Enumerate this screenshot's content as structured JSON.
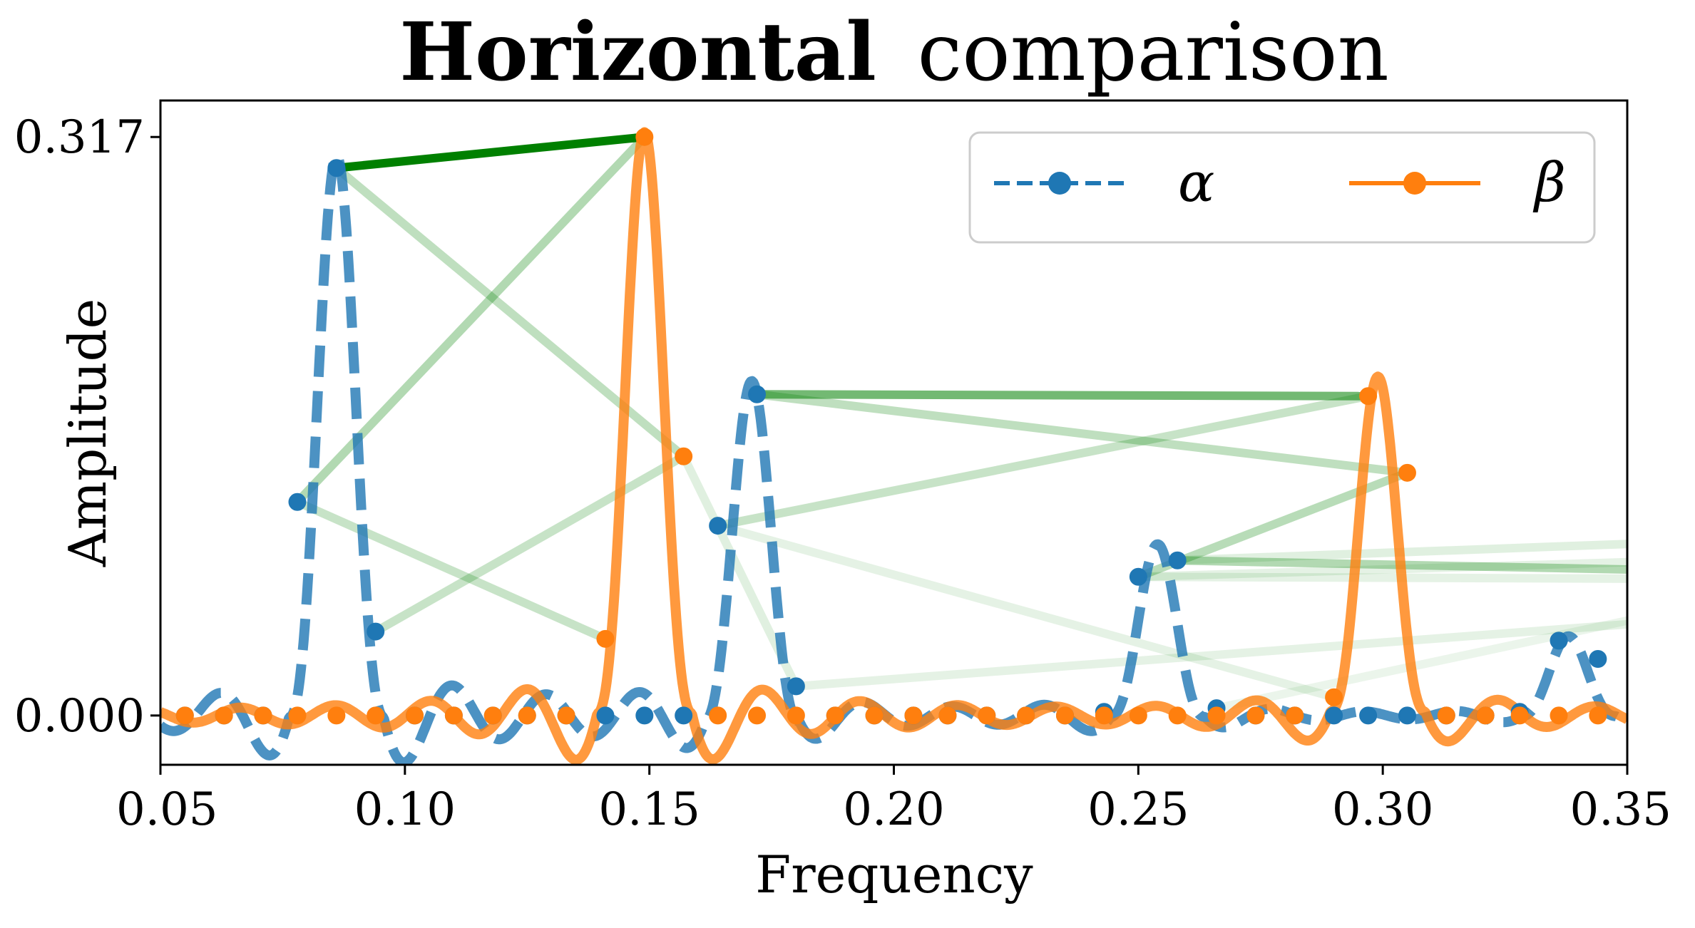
{
  "chart_data": {
    "type": "line",
    "title": {
      "bold": "Horizontal",
      "rest": "comparison"
    },
    "xlabel": "Frequency",
    "ylabel": "Amplitude",
    "xlim": [
      0.05,
      0.35
    ],
    "ylim": [
      -0.027,
      0.337
    ],
    "xticks": [
      {
        "value": 0.05,
        "label": "0.05"
      },
      {
        "value": 0.1,
        "label": "0.10"
      },
      {
        "value": 0.15,
        "label": "0.15"
      },
      {
        "value": 0.2,
        "label": "0.20"
      },
      {
        "value": 0.25,
        "label": "0.25"
      },
      {
        "value": 0.3,
        "label": "0.30"
      },
      {
        "value": 0.35,
        "label": "0.35"
      }
    ],
    "yticks": [
      {
        "value": 0.0,
        "label": "0.000"
      },
      {
        "value": 0.317,
        "label": "0.317"
      }
    ],
    "legend": {
      "placement": "top-right",
      "entries": [
        {
          "name": "α",
          "color": "#1f77b4",
          "style": "dashed"
        },
        {
          "name": "β",
          "color": "#ff7f0e",
          "style": "solid"
        }
      ]
    },
    "colors": {
      "alpha": "#1f77b4",
      "beta": "#ff7f0e",
      "match": "#008000"
    },
    "series": [
      {
        "name": "α",
        "style": "dashed",
        "peaks": [
          {
            "center": 0.086,
            "amp": 0.306,
            "width": 0.0042
          },
          {
            "center": 0.171,
            "amp": 0.18,
            "width": 0.0042
          },
          {
            "center": 0.254,
            "amp": 0.093,
            "width": 0.0042
          },
          {
            "center": 0.338,
            "amp": 0.043,
            "width": 0.0042
          }
        ],
        "ripple": 0.005,
        "markers": [
          [
            0.055,
            0.0
          ],
          [
            0.063,
            0.0
          ],
          [
            0.071,
            0.0
          ],
          [
            0.078,
            0.117
          ],
          [
            0.086,
            0.3
          ],
          [
            0.094,
            0.046
          ],
          [
            0.102,
            0.0
          ],
          [
            0.11,
            0.0
          ],
          [
            0.118,
            0.0
          ],
          [
            0.125,
            0.0
          ],
          [
            0.133,
            0.0
          ],
          [
            0.141,
            0.0
          ],
          [
            0.149,
            0.0
          ],
          [
            0.157,
            0.0
          ],
          [
            0.164,
            0.104
          ],
          [
            0.172,
            0.176
          ],
          [
            0.18,
            0.016
          ],
          [
            0.188,
            0.0
          ],
          [
            0.196,
            0.0
          ],
          [
            0.204,
            0.0
          ],
          [
            0.211,
            0.0
          ],
          [
            0.219,
            0.0
          ],
          [
            0.227,
            0.0
          ],
          [
            0.235,
            0.0
          ],
          [
            0.243,
            0.002
          ],
          [
            0.25,
            0.076
          ],
          [
            0.258,
            0.085
          ],
          [
            0.266,
            0.004
          ],
          [
            0.274,
            0.0
          ],
          [
            0.282,
            0.0
          ],
          [
            0.29,
            0.0
          ],
          [
            0.297,
            0.0
          ],
          [
            0.305,
            0.0
          ],
          [
            0.313,
            0.0
          ],
          [
            0.321,
            0.0
          ],
          [
            0.328,
            0.002
          ],
          [
            0.336,
            0.041
          ],
          [
            0.344,
            0.031
          ]
        ]
      },
      {
        "name": "β",
        "style": "solid",
        "peaks": [
          {
            "center": 0.149,
            "amp": 0.321,
            "width": 0.0042
          },
          {
            "center": 0.299,
            "amp": 0.188,
            "width": 0.0042
          }
        ],
        "ripple": 0.005,
        "markers": [
          [
            0.055,
            0.0
          ],
          [
            0.063,
            0.0
          ],
          [
            0.071,
            0.0
          ],
          [
            0.078,
            0.0
          ],
          [
            0.086,
            0.0
          ],
          [
            0.094,
            0.0
          ],
          [
            0.102,
            0.0
          ],
          [
            0.11,
            0.0
          ],
          [
            0.118,
            0.0
          ],
          [
            0.125,
            0.0
          ],
          [
            0.133,
            0.0
          ],
          [
            0.141,
            0.042
          ],
          [
            0.149,
            0.317
          ],
          [
            0.157,
            0.142
          ],
          [
            0.164,
            0.0
          ],
          [
            0.172,
            0.0
          ],
          [
            0.18,
            0.0
          ],
          [
            0.188,
            0.0
          ],
          [
            0.196,
            0.0
          ],
          [
            0.204,
            0.0
          ],
          [
            0.211,
            0.0
          ],
          [
            0.219,
            0.0
          ],
          [
            0.227,
            0.0
          ],
          [
            0.235,
            0.0
          ],
          [
            0.243,
            0.0
          ],
          [
            0.25,
            0.0
          ],
          [
            0.258,
            0.0
          ],
          [
            0.266,
            0.0
          ],
          [
            0.274,
            0.0
          ],
          [
            0.282,
            0.0
          ],
          [
            0.29,
            0.01
          ],
          [
            0.297,
            0.175
          ],
          [
            0.305,
            0.133
          ],
          [
            0.313,
            0.0
          ],
          [
            0.321,
            0.0
          ],
          [
            0.328,
            0.0
          ],
          [
            0.336,
            0.0
          ],
          [
            0.344,
            0.0
          ]
        ]
      }
    ],
    "matches": [
      {
        "from": [
          0.086,
          0.3
        ],
        "to": [
          0.149,
          0.317
        ],
        "strength": 1.0
      },
      {
        "from": [
          0.172,
          0.176
        ],
        "to": [
          0.297,
          0.175
        ],
        "strength": 0.55
      },
      {
        "from": [
          0.258,
          0.085
        ],
        "to": [
          0.35,
          0.08
        ],
        "strength": 0.3
      },
      {
        "from": [
          0.078,
          0.117
        ],
        "to": [
          0.149,
          0.317
        ],
        "strength": 0.3
      },
      {
        "from": [
          0.086,
          0.3
        ],
        "to": [
          0.157,
          0.142
        ],
        "strength": 0.25
      },
      {
        "from": [
          0.078,
          0.117
        ],
        "to": [
          0.141,
          0.042
        ],
        "strength": 0.22
      },
      {
        "from": [
          0.094,
          0.046
        ],
        "to": [
          0.157,
          0.142
        ],
        "strength": 0.22
      },
      {
        "from": [
          0.172,
          0.176
        ],
        "to": [
          0.305,
          0.133
        ],
        "strength": 0.25
      },
      {
        "from": [
          0.164,
          0.104
        ],
        "to": [
          0.297,
          0.175
        ],
        "strength": 0.22
      },
      {
        "from": [
          0.25,
          0.076
        ],
        "to": [
          0.305,
          0.133
        ],
        "strength": 0.28
      },
      {
        "from": [
          0.157,
          0.142
        ],
        "to": [
          0.18,
          0.016
        ],
        "strength": 0.12
      },
      {
        "from": [
          0.164,
          0.104
        ],
        "to": [
          0.29,
          0.01
        ],
        "strength": 0.1
      },
      {
        "from": [
          0.18,
          0.016
        ],
        "to": [
          0.35,
          0.05
        ],
        "strength": 0.1
      },
      {
        "from": [
          0.258,
          0.085
        ],
        "to": [
          0.35,
          0.094
        ],
        "strength": 0.12
      },
      {
        "from": [
          0.25,
          0.076
        ],
        "to": [
          0.35,
          0.075
        ],
        "strength": 0.1
      },
      {
        "from": [
          0.25,
          0.076
        ],
        "to": [
          0.35,
          0.084
        ],
        "strength": 0.1
      },
      {
        "from": [
          0.266,
          0.004
        ],
        "to": [
          0.35,
          0.052
        ],
        "strength": 0.08
      }
    ]
  }
}
